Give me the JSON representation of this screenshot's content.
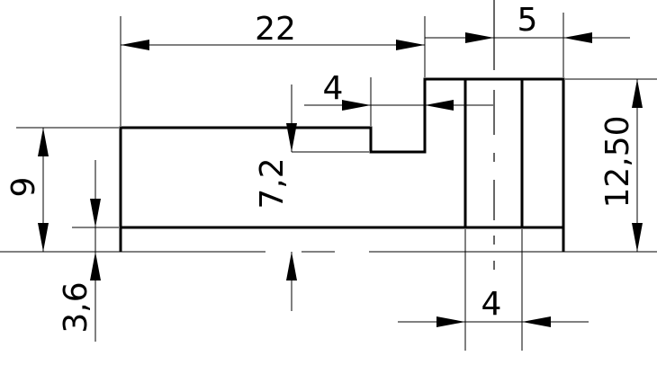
{
  "dimensions": {
    "length_22": "22",
    "width_5": "5",
    "step_4": "4",
    "height_9": "9",
    "height_7_2": "7,2",
    "height_3_6": "3,6",
    "height_12_50": "12,50",
    "slot_4": "4"
  },
  "colors": {
    "line": "#000000",
    "background": "#ffffff"
  }
}
